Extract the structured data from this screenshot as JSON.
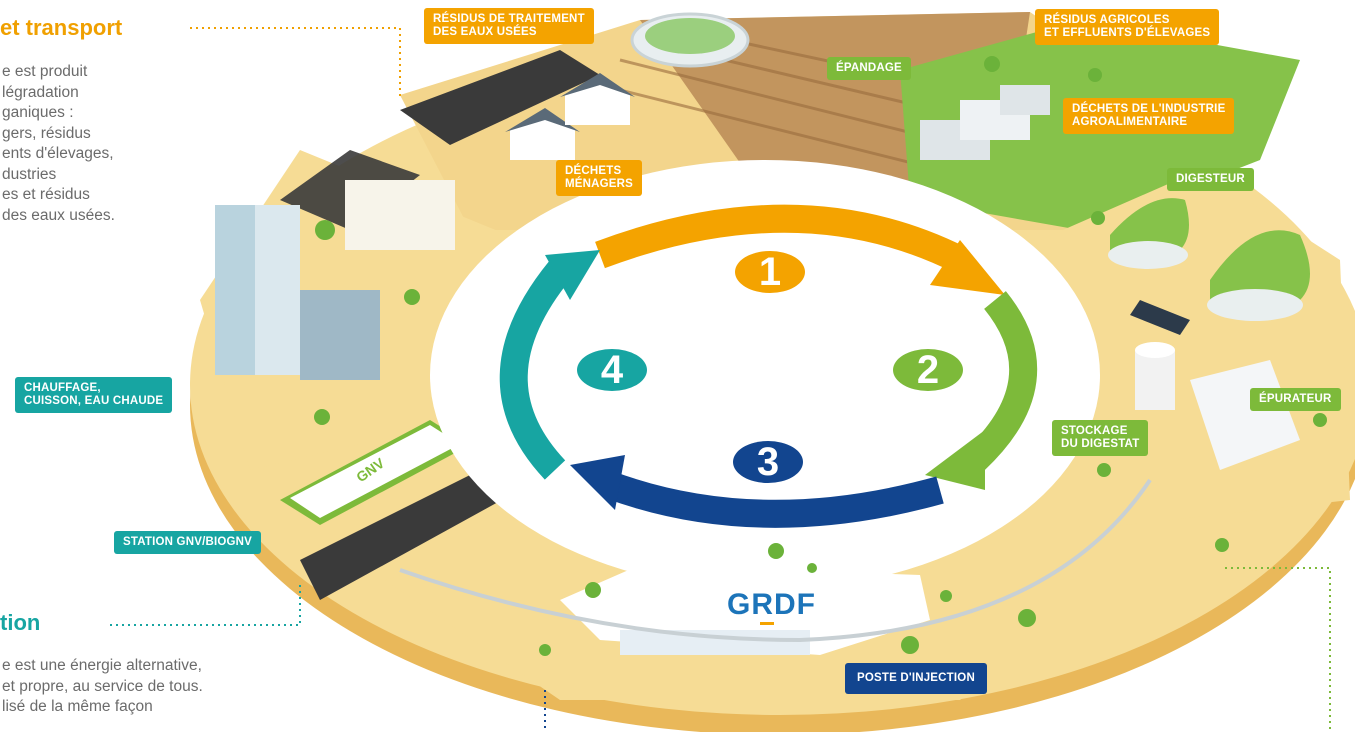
{
  "left_text": {
    "heading1": "et transport",
    "body1": "e est produit\nlégradation\nganiques :\ngers, résidus\nents d'élevages,\ndustries\nes et résidus\ndes eaux usées.",
    "heading2": "tion",
    "body2": "e est une énergie alternative,\net propre, au service de tous.\nlisé de la même façon"
  },
  "labels": {
    "residus_eaux": "RÉSIDUS DE TRAITEMENT\nDES EAUX USÉES",
    "epandage": "ÉPANDAGE",
    "residus_agricoles": "RÉSIDUS AGRICOLES\nET EFFLUENTS D'ÉLEVAGES",
    "dechets_industrie": "DÉCHETS DE L'INDUSTRIE\nAGROALIMENTAIRE",
    "dechets_menagers": "DÉCHETS\nMÉNAGERS",
    "digesteur": "DIGESTEUR",
    "epurateur": "ÉPURATEUR",
    "stockage": "STOCKAGE\nDU DIGESTAT",
    "chauffage": "CHAUFFAGE,\nCUISSON, EAU CHAUDE",
    "station": "STATION GNV/BIOGNV",
    "poste": "POSTE D'INJECTION"
  },
  "cycle": {
    "step1": "1",
    "step2": "2",
    "step3": "3",
    "step4": "4"
  },
  "brand": {
    "grdf": "GRDF",
    "gnv": "GNV"
  },
  "colors": {
    "orange": "#f4a300",
    "green": "#7dba3a",
    "blue": "#12458f",
    "teal": "#17a5a2",
    "sand": "#f6dc95",
    "sand_edge": "#e9b85a"
  }
}
